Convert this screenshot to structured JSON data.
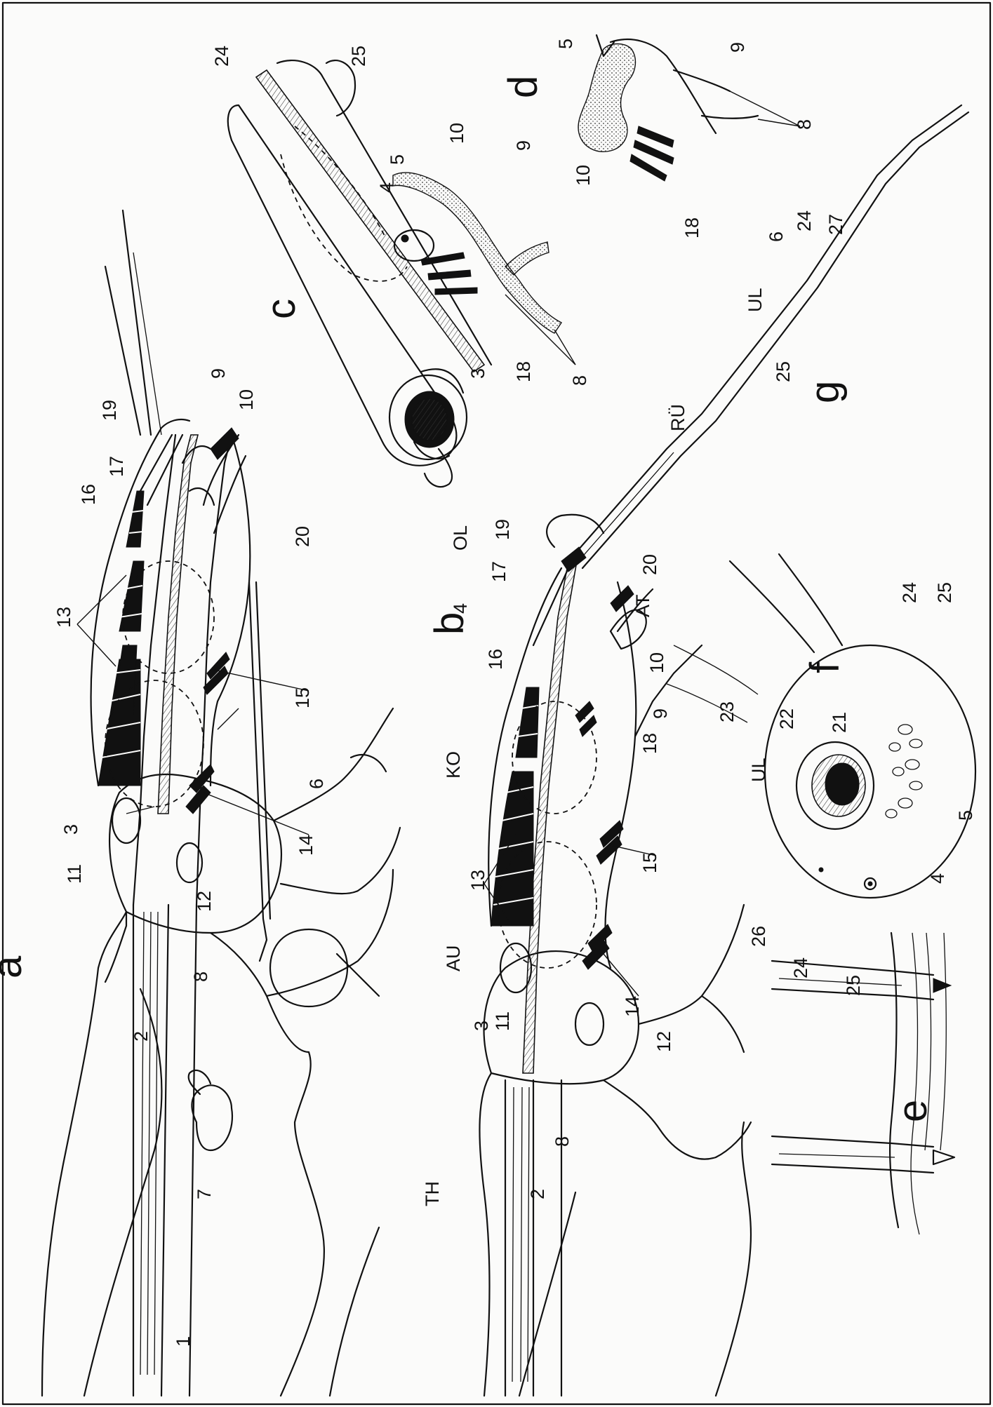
{
  "panels": {
    "a": "a",
    "b": "b",
    "c": "c",
    "d": "d",
    "e": "e",
    "f": "f",
    "g": "g"
  },
  "regions": {
    "th": "TH",
    "au": "AU",
    "ko": "KO",
    "ol": "OL",
    "at": "AT",
    "ru": "RÜ",
    "ul_b": "UL",
    "ul_e": "UL"
  },
  "labels_a": [
    "1",
    "2",
    "3",
    "6",
    "7",
    "8",
    "9",
    "10",
    "11",
    "12",
    "13",
    "14",
    "15",
    "16",
    "17",
    "19",
    "20"
  ],
  "labels_b": [
    "2",
    "3",
    "4",
    "6",
    "8",
    "9",
    "10",
    "11",
    "12",
    "13",
    "14",
    "15",
    "16",
    "17",
    "18",
    "19",
    "20"
  ],
  "labels_c": [
    "3",
    "4",
    "5",
    "8",
    "9",
    "10",
    "18",
    "24",
    "25"
  ],
  "labels_d": [
    "5",
    "8",
    "9",
    "10",
    "18"
  ],
  "labels_e": [
    "4",
    "5",
    "21",
    "22",
    "23",
    "24",
    "25",
    "26"
  ],
  "labels_f": [
    "24",
    "25"
  ],
  "labels_g": [
    "24",
    "25",
    "27"
  ]
}
